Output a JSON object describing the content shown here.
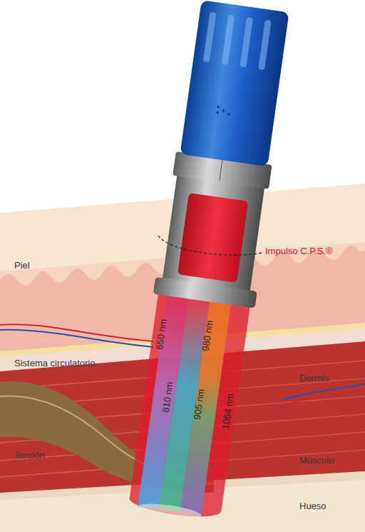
{
  "diagram": {
    "labels": [
      "Piel",
      "Impulso C.P.S.®",
      "650 nm",
      "980 nm",
      "Sistema circulatorio",
      "Dermis",
      "810 nm",
      "905 nm",
      "1064 nm",
      "Tendón",
      "Músculo",
      "Hueso"
    ]
  }
}
